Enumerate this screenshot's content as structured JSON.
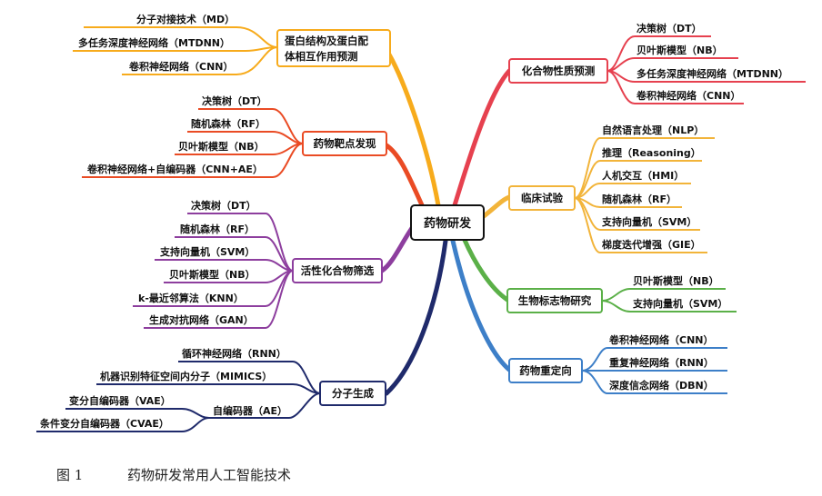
{
  "root": {
    "label": "药物研发"
  },
  "colors": {
    "protein": "#f7ab1c",
    "target": "#ea4b24",
    "screen": "#8d3e9e",
    "gen": "#1f2a6b",
    "property": "#e6414f",
    "clinical": "#f2b43a",
    "biomarker": "#5bb048",
    "repurpose": "#3d7fc8"
  },
  "branches": {
    "protein": {
      "label_line1": "蛋白结构及蛋白配",
      "label_line2": "体相互作用预测",
      "leaves": [
        "分子对接技术（MD）",
        "多任务深度神经网络（MTDNN）",
        "卷积神经网络（CNN）"
      ]
    },
    "target": {
      "label": "药物靶点发现",
      "leaves": [
        "决策树（DT）",
        "随机森林（RF）",
        "贝叶斯模型（NB）",
        "卷积神经网络+自编码器（CNN+AE）"
      ]
    },
    "screen": {
      "label": "活性化合物筛选",
      "leaves": [
        "决策树（DT）",
        "随机森林（RF）",
        "支持向量机（SVM）",
        "贝叶斯模型（NB）",
        "k-最近邻算法（KNN）",
        "生成对抗网络（GAN）"
      ]
    },
    "gen": {
      "label": "分子生成",
      "leaves": [
        "循环神经网络（RNN）",
        "机器识别特征空间内分子（MIMICS）"
      ],
      "sub": {
        "label": "自编码器（AE）",
        "leaves": [
          "变分自编码器（VAE）",
          "条件变分自编码器（CVAE）"
        ]
      }
    },
    "property": {
      "label": "化合物性质预测",
      "leaves": [
        "决策树（DT）",
        "贝叶斯模型（NB）",
        "多任务深度神经网络（MTDNN）",
        "卷积神经网络（CNN）"
      ]
    },
    "clinical": {
      "label": "临床试验",
      "leaves": [
        "自然语言处理（NLP）",
        "推理（Reasoning）",
        "人机交互（HMI）",
        "随机森林（RF）",
        "支持向量机（SVM）",
        "梯度迭代增强（GIE）"
      ]
    },
    "biomarker": {
      "label": "生物标志物研究",
      "leaves": [
        "贝叶斯模型（NB）",
        "支持向量机（SVM）"
      ]
    },
    "repurpose": {
      "label": "药物重定向",
      "leaves": [
        "卷积神经网络（CNN）",
        "重复神经网络（RNN）",
        "深度信念网络（DBN）"
      ]
    }
  },
  "caption": {
    "number": "图 1",
    "title": "药物研发常用人工智能技术"
  }
}
